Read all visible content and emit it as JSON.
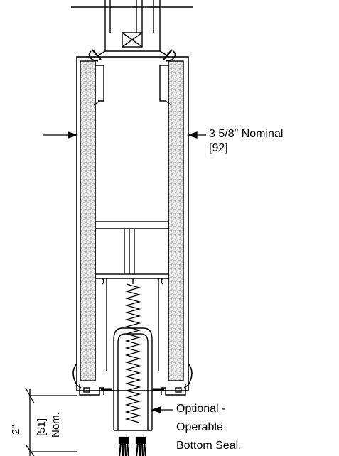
{
  "labels": {
    "width_dim": "3 5/8\" Nominal",
    "width_dim_metric": "[92]",
    "seal_line1": "Optional -",
    "seal_line2": "Operable",
    "seal_line3": "Bottom Seal.",
    "height_dim": "2\"",
    "height_dim_metric": "[51]",
    "height_dim_note": "Nom."
  },
  "colors": {
    "line": "#000000",
    "insulation": "#e6e6e6"
  }
}
